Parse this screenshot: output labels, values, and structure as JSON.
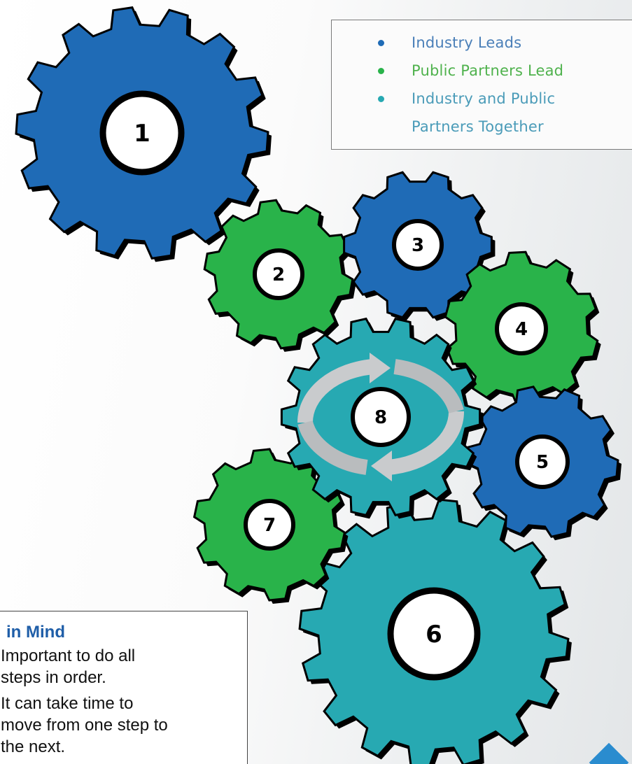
{
  "legend": {
    "items": [
      {
        "label": "Industry Leads",
        "color": "#1f6bb6",
        "text_color": "#4a7fb8"
      },
      {
        "label": "Public Partners Lead",
        "color": "#29b34a",
        "text_color": "#4fb24d"
      },
      {
        "label": "Industry and Public",
        "color": "#27a9b2",
        "text_color": "#4a9bb8"
      },
      {
        "label": "Partners Together",
        "color": null,
        "text_color": "#4a9bb8"
      }
    ]
  },
  "gears": [
    {
      "label": "1",
      "group": "Industry Leads",
      "color": "#1f6bb6"
    },
    {
      "label": "2",
      "group": "Public Partners Lead",
      "color": "#29b34a"
    },
    {
      "label": "3",
      "group": "Industry Leads",
      "color": "#1f6bb6"
    },
    {
      "label": "4",
      "group": "Public Partners Lead",
      "color": "#29b34a"
    },
    {
      "label": "5",
      "group": "Industry Leads",
      "color": "#1f6bb6"
    },
    {
      "label": "6",
      "group": "Industry and Public Partners Together",
      "color": "#27a9b2"
    },
    {
      "label": "7",
      "group": "Public Partners Lead",
      "color": "#29b34a"
    },
    {
      "label": "8",
      "group": "Industry and Public Partners Together",
      "color": "#27a9b2"
    }
  ],
  "note": {
    "title": "in Mind",
    "lines": [
      "Important to do all",
      "steps in order.",
      "It can take time to",
      "move from one step to",
      "the next."
    ]
  }
}
